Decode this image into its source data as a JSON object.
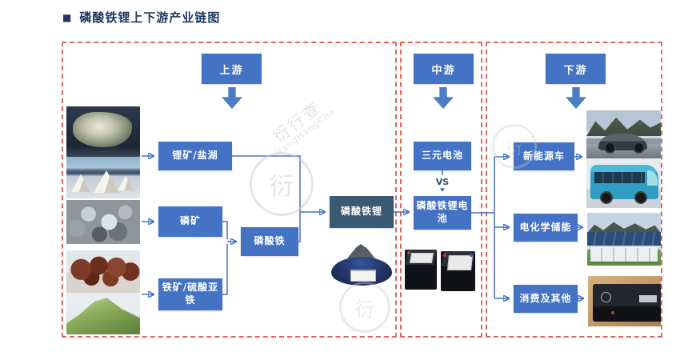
{
  "title": {
    "bullet": "■",
    "text": "磷酸铁锂上下游产业链图"
  },
  "sections": {
    "upstream": {
      "header": "上游",
      "nodes": {
        "lithium": "锂矿/盐湖",
        "phosphate_ore": "磷矿",
        "iron_ore": "铁矿/硫酸亚铁",
        "iron_phosphate": "磷酸铁",
        "lfp": "磷酸铁锂"
      }
    },
    "midstream": {
      "header": "中游",
      "ternary_battery": "三元电池",
      "vs": "VS",
      "lfp_battery": "磷酸铁锂电池"
    },
    "downstream": {
      "header": "下游",
      "nodes": {
        "nev": "新能源车",
        "storage": "电化学储能",
        "consumer": "消费及其他"
      }
    }
  },
  "watermark": {
    "brand": "衍行查",
    "brand_en": "HangHangCha",
    "logo_char": "衍"
  },
  "colors": {
    "node_blue": "#4472c4",
    "lfp_dark_blue": "#3a5a73",
    "dashed_border_red": "#e0655f",
    "title_navy": "#1f3864",
    "connector_blue": "#4472c4"
  }
}
